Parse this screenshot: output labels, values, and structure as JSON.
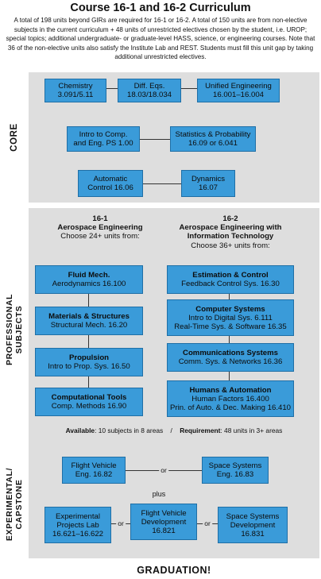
{
  "title": "Course 16-1 and 16-2 Curriculum",
  "intro": "A total of 198 units beyond GIRs are required for 16-1 or 16-2. A total of 150 units are from non-elective subjects in the current curriculum + 48 units of unrestricted electives chosen by the student, i.e. UROP; special topics; additional undergraduate- or graduate-level HASS, science, or engineering courses. Note that 36 of the non-elective units also satisfy the Institute Lab and REST. Students must fill this unit gap by taking additional unrestricted electives.",
  "sections": {
    "core": "CORE",
    "professional": [
      "PROFESSIONAL",
      "SUBJECTS"
    ],
    "capstone": [
      "EXPERIMENTAL/",
      "CAPSTONE"
    ]
  },
  "core": {
    "chemistry": [
      "Chemistry",
      "3.091/5.11"
    ],
    "diffeq": [
      "Diff. Eqs.",
      "18.03/18.034"
    ],
    "unified": [
      "Unified Engineering",
      "16.001–16.004"
    ],
    "intro_comp": [
      "Intro to Comp.",
      "and Eng. PS 1.00"
    ],
    "statistics": [
      "Statistics & Probability",
      "16.09 or 6.041"
    ],
    "auto_control": [
      "Automatic",
      "Control 16.06"
    ],
    "dynamics": [
      "Dynamics",
      "16.07"
    ]
  },
  "col1": {
    "number": "16-1",
    "name": "Aerospace Engineering",
    "choose": "Choose 24+ units from:",
    "boxes": [
      [
        "Fluid Mech.",
        "Aerodynamics 16.100"
      ],
      [
        "Materials & Structures",
        "Structural Mech. 16.20"
      ],
      [
        "Propulsion",
        "Intro to Prop. Sys. 16.50"
      ],
      [
        "Computational Tools",
        "Comp. Methods 16.90"
      ]
    ]
  },
  "col2": {
    "number": "16-2",
    "name1": "Aerospace Engineering with",
    "name2": "Information Technology",
    "choose": "Choose 36+ units from:",
    "boxes": [
      [
        "Estimation & Control",
        "Feedback Control Sys. 16.30"
      ],
      [
        "Computer Systems",
        "Intro to Digital Sys. 6.111",
        "Real-Time Sys. & Software 16.35"
      ],
      [
        "Communications Systems",
        "Comm. Sys. & Networks 16.36"
      ],
      [
        "Humans & Automation",
        "Human Factors 16.400",
        "Prin. of Auto. & Dec. Making 16.410"
      ]
    ]
  },
  "availability": {
    "available_label": "Available",
    "available_text": ": 10 subjects in 8 areas",
    "separator": "/",
    "requirement_label": "Requirement",
    "requirement_text": ": 48 units in 3+ areas"
  },
  "capstone": {
    "flight_vehicle": [
      "Flight Vehicle",
      "Eng. 16.82"
    ],
    "space_systems": [
      "Space Systems",
      "Eng. 16.83"
    ],
    "or": "or",
    "plus": "plus",
    "exp_projects": [
      "Experimental",
      "Projects Lab",
      "16.621–16.622"
    ],
    "fv_dev": [
      "Flight Vehicle",
      "Development",
      "16.821"
    ],
    "ss_dev": [
      "Space Systems",
      "Development",
      "16.831"
    ]
  },
  "graduation": "GRADUATION!"
}
